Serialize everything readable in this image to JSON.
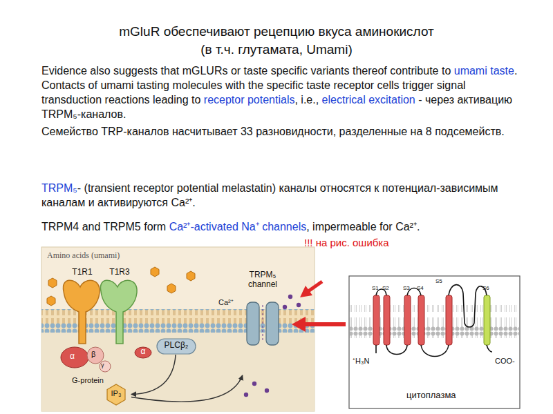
{
  "diagram": {
    "title": "mGluR обеспечивают рецепцию вкуса аминокислот (в т.ч. глутамата, Umami)",
    "nodes": [
      {
        "text": [
          "T1R1"
        ]
      },
      {
        "text": [
          "T1R3"
        ]
      },
      {
        "text": [
          "α",
          "β",
          "γ",
          "G-protein"
        ]
      },
      {
        "text": [
          "α"
        ]
      },
      {
        "text": [
          "PLCβ₂"
        ]
      },
      {
        "text": [
          "IP₃"
        ]
      },
      {
        "text": [
          "TRPM₅ channel"
        ]
      }
    ],
    "edges": [
      {
        "from": 4,
        "to": 5,
        "arrow": "to"
      },
      {
        "from": 5,
        "to": 6,
        "arrow": "to"
      }
    ],
    "labels": [
      "Evidence also suggests that mGLURs or taste specific variants thereof contribute to ",
      "umami taste",
      ". Contacts of umami tasting molecules with the specific taste receptor cells trigger signal transduction reactions leading to ",
      "receptor potentials",
      ", i.e., ",
      "electrical excitation",
      " - через активацию TRPM₅-каналов.",
      "Семейство TRP-каналов насчитывает 33 разновидности, разделенные на 8 подсемейств.",
      "TRPM₅",
      "- (transient receptor potential melastatin) каналы относятся к потенциал-зависимым каналам и активируются Ca²⁺.",
      "TRPM4 and TRPM5 form ",
      "Ca²⁺-activated Na⁺ channels",
      ", impermeable for Ca²⁺.",
      "!!! на рис. ошибка",
      "Amino acids (umami)",
      "Ca²⁺",
      "S1",
      "S2",
      "S3",
      "S4",
      "S5",
      "S6",
      "⁺H₃N",
      "COO-",
      "цитоплазма"
    ]
  }
}
